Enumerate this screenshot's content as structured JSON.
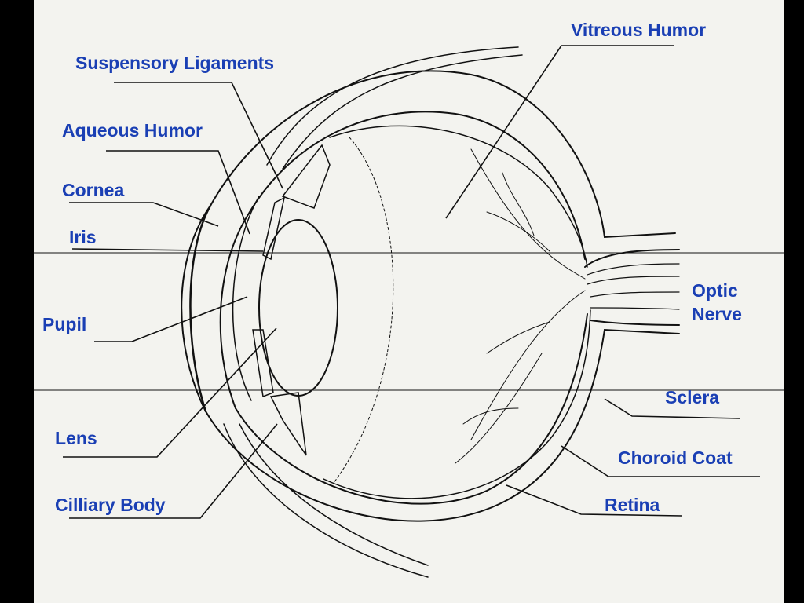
{
  "labels": {
    "vitreous_humor": "Vitreous Humor",
    "suspensory_ligaments": "Suspensory Ligaments",
    "aqueous_humor": "Aqueous Humor",
    "cornea": "Cornea",
    "iris": "Iris",
    "pupil": "Pupil",
    "lens": "Lens",
    "ciliary_body": "Cilliary Body",
    "optic_nerve_line1": "Optic",
    "optic_nerve_line2": "Nerve",
    "sclera": "Sclera",
    "choroid_coat": "Choroid Coat",
    "retina": "Retina"
  },
  "colors": {
    "label_text": "#1a3fb4",
    "drawing": "#111111",
    "paper": "#f3f3ef",
    "frame": "#000000"
  }
}
